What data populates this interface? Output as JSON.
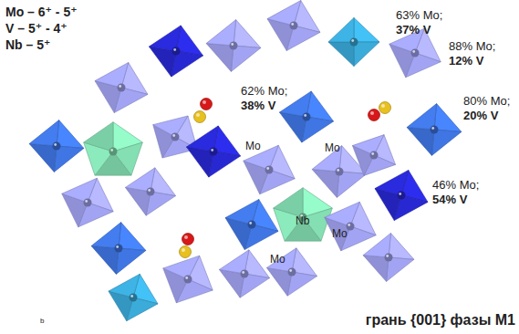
{
  "diagram": {
    "caption": "грань {001} фазы M1",
    "labels": [
      "Mo – 6⁺ - 5⁺",
      "V – 5⁺ - 4⁺",
      "Nb – 5⁺",
      "63% Mo;",
      "37% V",
      "88% Mo;",
      "12% V",
      "62% Mo;",
      "38% V",
      "80% Mo;",
      "20% V",
      "46% Mo;",
      "54% V",
      "Mo",
      "Mo",
      "Nb",
      "Mo",
      "Mo",
      "b"
    ]
  }
}
